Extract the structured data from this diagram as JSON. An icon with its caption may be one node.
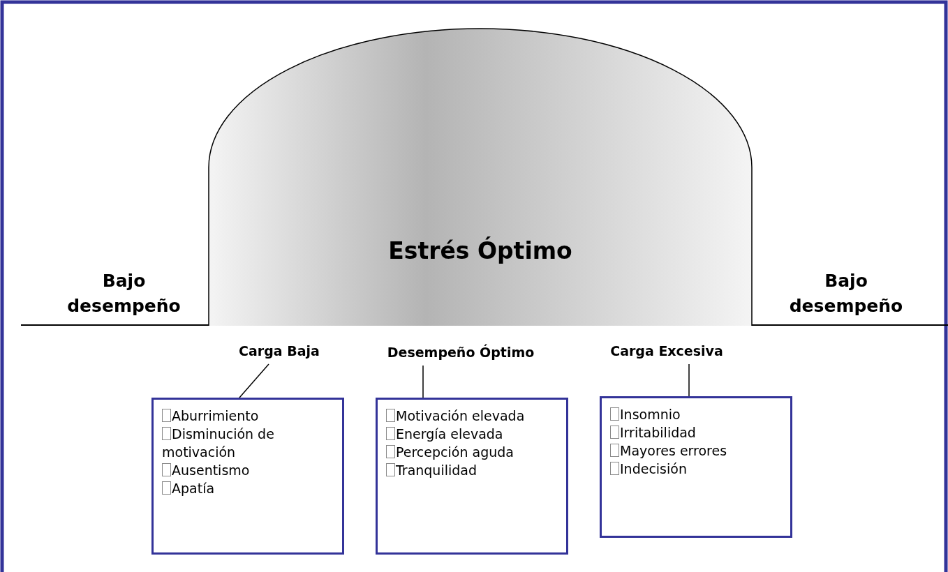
{
  "diagram": {
    "nodes": [
      {
        "text": [
          "Estrés Óptimo"
        ]
      },
      {
        "text": [
          "Carga Baja"
        ]
      },
      {
        "text": [
          "Desempeño Óptimo"
        ]
      },
      {
        "text": [
          "Carga Excesiva"
        ]
      },
      {
        "text": [
          "Aburrimiento",
          "Disminución de motivación",
          "Ausentismo",
          "Apatía"
        ]
      },
      {
        "text": [
          "Motivación elevada",
          "Energía elevada",
          "Percepción aguda",
          "Tranquilidad"
        ]
      },
      {
        "text": [
          "Insomnio",
          "Irritabilidad",
          "Mayores errores",
          "Indecisión"
        ]
      }
    ],
    "edges": [
      {
        "from": 1,
        "to": 4,
        "arrow": "none"
      },
      {
        "from": 2,
        "to": 5,
        "arrow": "none"
      },
      {
        "from": 3,
        "to": 6,
        "arrow": "none"
      }
    ],
    "labels": [
      "Bajo desempeño",
      "Bajo desempeño"
    ]
  }
}
